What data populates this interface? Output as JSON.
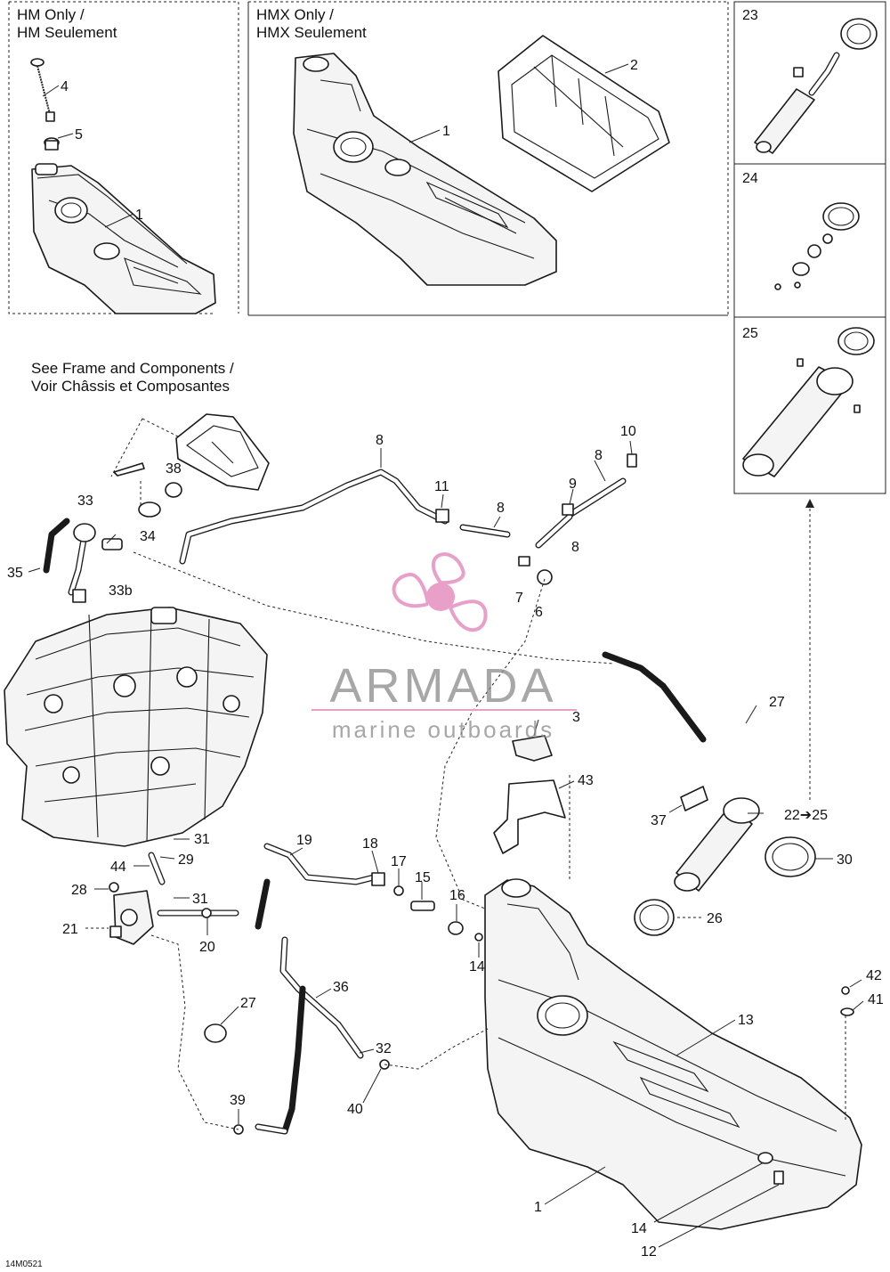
{
  "panels": {
    "hm_line1": "HM Only /",
    "hm_line2": "HM Seulement",
    "hmx_line1": "HMX Only /",
    "hmx_line2": "HMX Seulement"
  },
  "reference_note": {
    "line1": "See Frame and Components /",
    "line2": "Voir Châssis et Composantes"
  },
  "watermark": {
    "brand": "ARMADA",
    "tagline": "marine outboards",
    "logo_color": "#e8a0c8"
  },
  "callouts": {
    "c1_hm": "1",
    "c4": "4",
    "c5": "5",
    "c1_hmx": "1",
    "c2": "2",
    "c23": "23",
    "c24": "24",
    "c25": "25",
    "c8a": "8",
    "c10": "10",
    "c8b": "8",
    "c9": "9",
    "c11": "11",
    "c8c": "8",
    "c8d": "8",
    "c7": "7",
    "c6": "6",
    "c38": "38",
    "c33": "33",
    "c34": "34",
    "c35": "35",
    "c33b": "33b",
    "c27a": "27",
    "c3": "3",
    "c43": "43",
    "c37": "37",
    "c22": "22➔25",
    "c30": "30",
    "c26": "26",
    "c31a": "31",
    "c29": "29",
    "c44": "44",
    "c28": "28",
    "c31b": "31",
    "c21": "21",
    "c20": "20",
    "c19": "19",
    "c18": "18",
    "c17": "17",
    "c15": "15",
    "c16": "16",
    "c14a": "14",
    "c42": "42",
    "c41": "41",
    "c36": "36",
    "c27b": "27",
    "c13": "13",
    "c32": "32",
    "c39": "39",
    "c40": "40",
    "c1_main": "1",
    "c14b": "14",
    "c12": "12"
  },
  "drawing_code": "14M0521"
}
